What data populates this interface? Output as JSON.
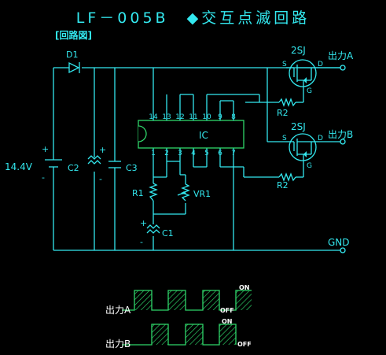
{
  "title": "LF－005B　◆交互点滅回路",
  "subtitle": "[回路図]",
  "labels": {
    "d1": "D1",
    "battery": "14.4V",
    "c2": "C2",
    "c3": "C3",
    "c1": "C1",
    "r1": "R1",
    "vr1": "VR1",
    "ic": "IC",
    "r2_top": "R2",
    "r2_bot": "R2",
    "fet_top": "2SJ",
    "fet_bot": "2SJ",
    "out_a": "出力A",
    "out_b": "出力B",
    "gnd": "GND",
    "s": "S",
    "d": "D",
    "g": "G",
    "plus": "+",
    "minus": "-"
  },
  "ic_pins_top": [
    "14",
    "13",
    "12",
    "11",
    "10",
    "9",
    "8"
  ],
  "ic_pins_bottom": [
    "1",
    "2",
    "3",
    "4",
    "5",
    "6",
    "7"
  ],
  "timing": {
    "a_label": "出力A",
    "b_label": "出力B",
    "on": "ON",
    "off": "OFF"
  },
  "colors": {
    "wire": "#33e8ef",
    "ic": "#2fd66a",
    "waveform": "#2fd66a",
    "text": "#33e8ef",
    "timing_text": "#ffffff"
  }
}
